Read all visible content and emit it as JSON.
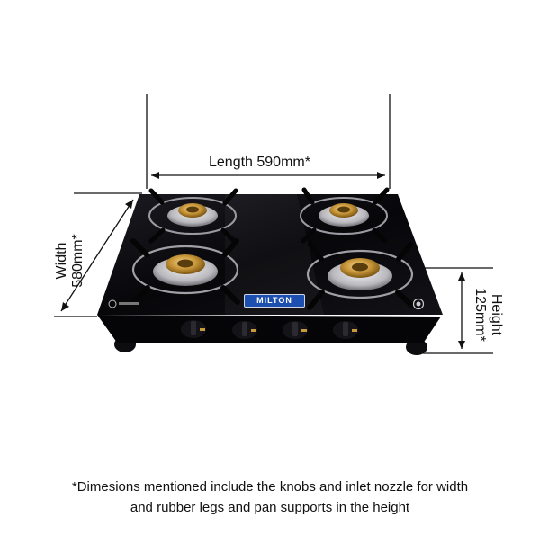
{
  "dimensions": {
    "length_label": "Length 590mm*",
    "width_label_line1": "Width",
    "width_label_line2": "580mm*",
    "height_label_line1": "Height",
    "height_label_line2": "125mm*"
  },
  "brand": {
    "name": "MILTON"
  },
  "footnote": {
    "line1": "*Dimesions mentioned include the knobs and inlet nozzle for width",
    "line2": "and rubber legs and pan supports in the height"
  },
  "colors": {
    "glass_top": "#0a0a0d",
    "brass": "#c99a3a",
    "steel": "#c8c8cc",
    "dimension_line": "#111111",
    "brand_badge": "#1d4fb0"
  }
}
